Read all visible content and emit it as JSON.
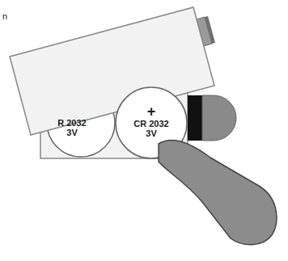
{
  "diagram": {
    "nodes": [
      {
        "text": [
          "R 2032",
          "3V"
        ]
      },
      {
        "text": [
          "+",
          "CR 2032",
          "3V"
        ]
      }
    ],
    "labels": [
      "n"
    ]
  }
}
